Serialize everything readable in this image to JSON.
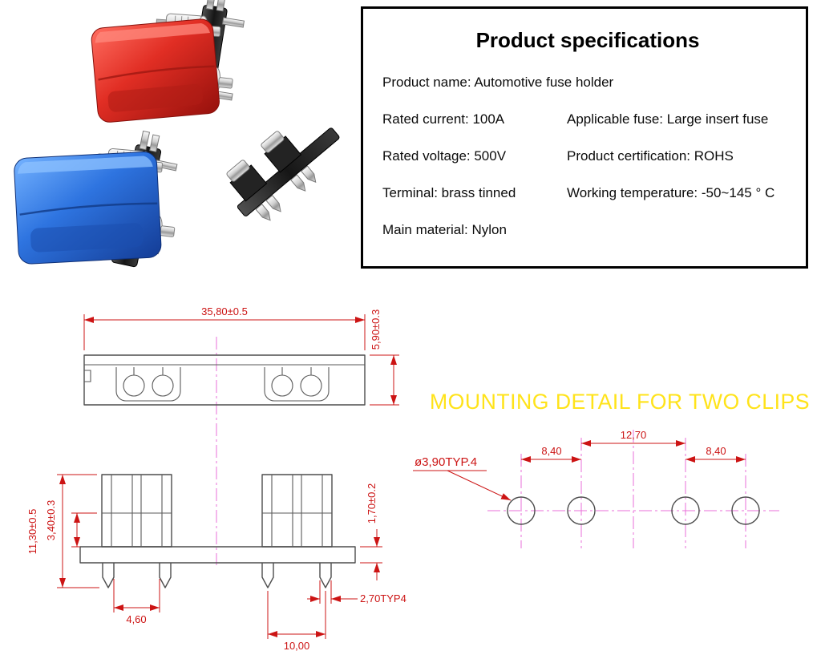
{
  "spec": {
    "title": "Product specifications",
    "rows": [
      {
        "left": "Product name: Automotive fuse holder",
        "right": ""
      },
      {
        "left": "Rated current: 100A",
        "right": "Applicable fuse: Large insert fuse"
      },
      {
        "left": "Rated voltage: 500V",
        "right": "Product certification: ROHS"
      },
      {
        "left": "Terminal: brass tinned",
        "right": "Working temperature: -50~145 ° C"
      },
      {
        "left": "Main material: Nylon",
        "right": ""
      }
    ]
  },
  "drawing": {
    "top_view": {
      "width": "35,80±0.5",
      "thickness": "5,90±0.3"
    },
    "front_view": {
      "total_height": "11,30±0.5",
      "body_height": "3,40±0.3",
      "flange_thickness": "1,70±0.2",
      "pin_width": "2,70TYP4",
      "pin_gap": "4,60",
      "pin_pitch": "10,00"
    },
    "mounting": {
      "title": "MOUNTING DETAIL FOR TWO CLIPS",
      "hole_note": "ø3,90TYP.4",
      "pitch_left": "8,40",
      "pitch_center": "12,70",
      "pitch_right": "8,40"
    }
  },
  "colors": {
    "dimension": "#cc1414",
    "centerline": "#e86fd8",
    "mounting_title": "#ffe31a",
    "red_cover": "#e12e24",
    "blue_cover": "#2e74e0",
    "bracket": "#1c1c1c"
  }
}
